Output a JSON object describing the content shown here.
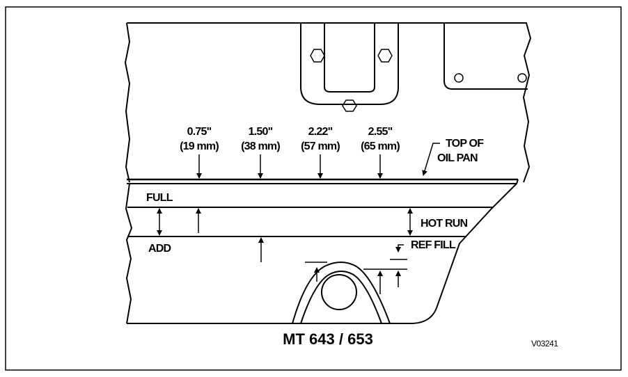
{
  "measurements": [
    {
      "inches": "0.75\"",
      "mm": "(19 mm)"
    },
    {
      "inches": "1.50\"",
      "mm": "(38 mm)"
    },
    {
      "inches": "2.22\"",
      "mm": "(57 mm)"
    },
    {
      "inches": "2.55\"",
      "mm": "(65 mm)"
    }
  ],
  "labels": {
    "top_of_oil_pan_line1": "TOP OF",
    "top_of_oil_pan_line2": "OIL PAN",
    "full": "FULL",
    "add": "ADD",
    "hot_run": "HOT RUN",
    "ref_fill": "REF FILL"
  },
  "model": "MT 643 / 653",
  "figure_code": "V03241"
}
